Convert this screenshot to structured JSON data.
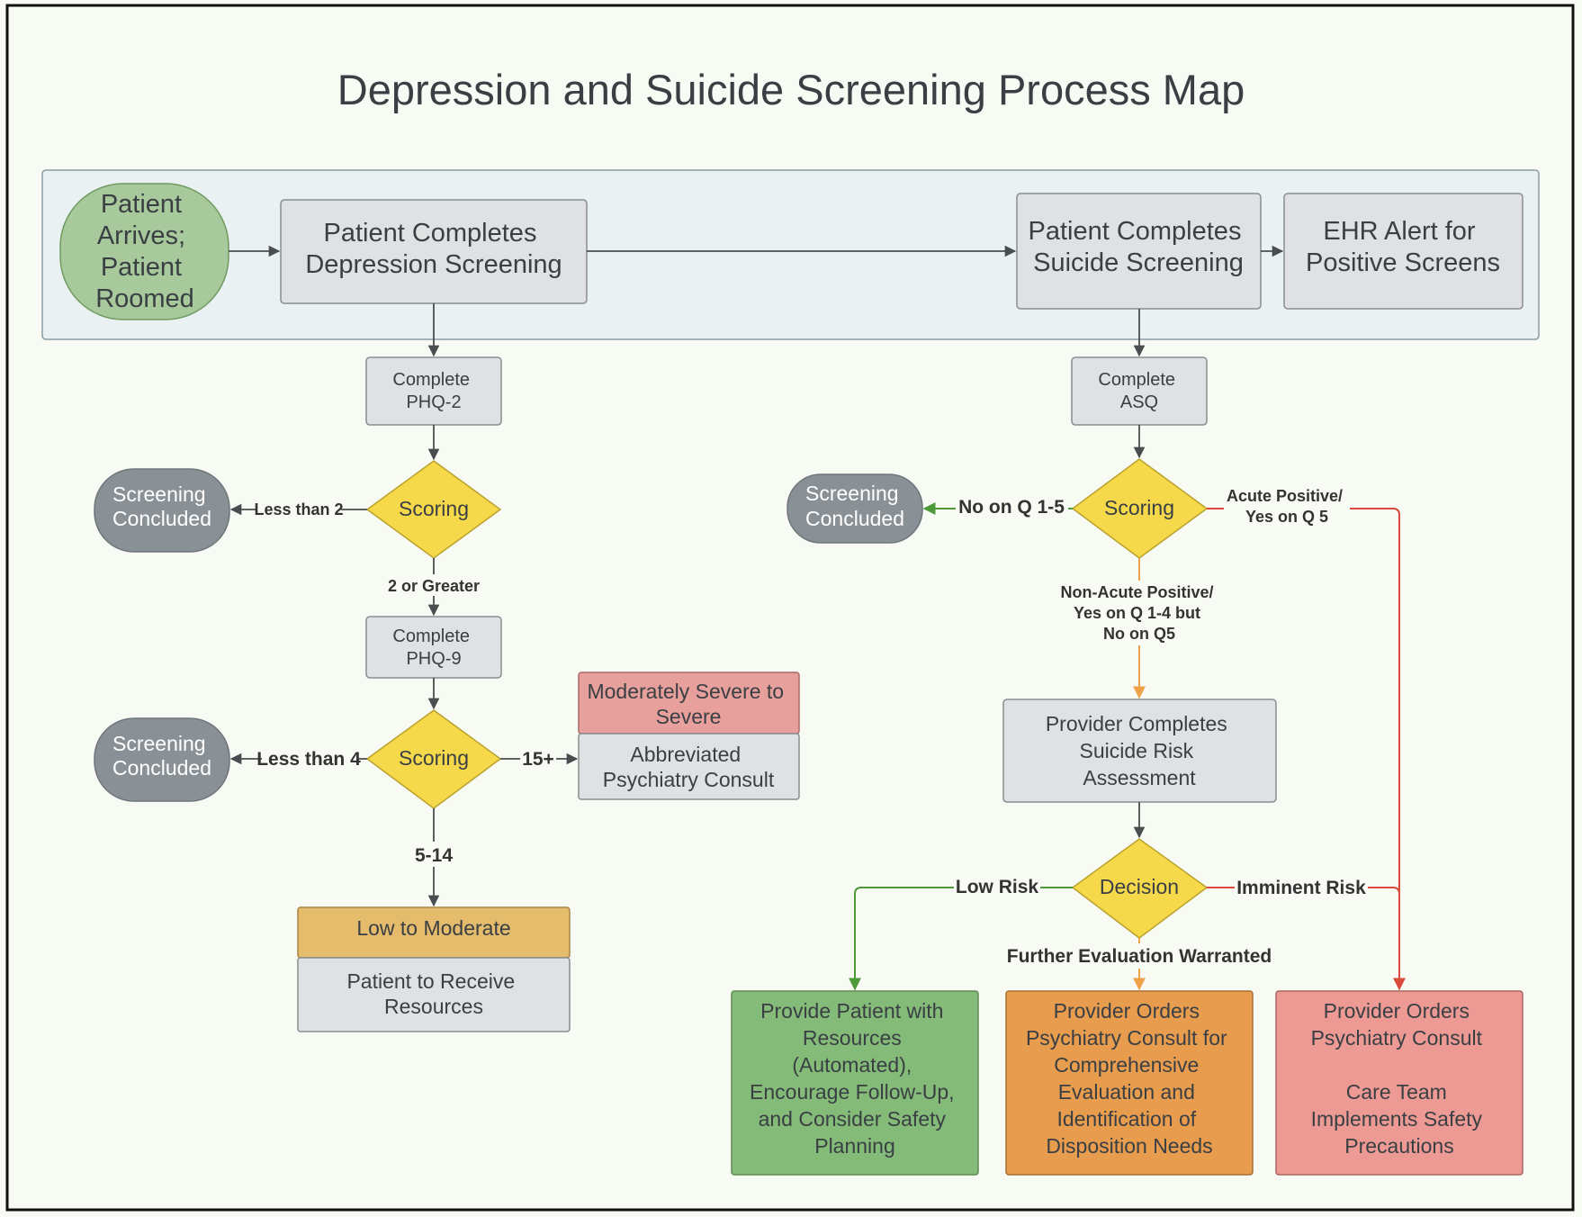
{
  "title": "Depression and Suicide Screening Process Map",
  "colors": {
    "background": "#f8faf4",
    "swimlane": "#eaf1f3",
    "start_node": "#a8c99b",
    "process": "#dfe1e2",
    "concluded": "#8a9196",
    "decision": "#f5d94a",
    "severe": "#e8a09c",
    "moderate": "#e5bb6c",
    "green_outcome": "#84bb78",
    "orange_outcome": "#e89c4e",
    "red_outcome": "#ec9a93"
  },
  "nodes": {
    "start": [
      "Patient",
      "Arrives;",
      "Patient",
      "Roomed"
    ],
    "depression_screening": [
      "Patient Completes",
      "Depression Screening"
    ],
    "suicide_screening": [
      "Patient Completes",
      "Suicide Screening"
    ],
    "ehr_alert": [
      "EHR Alert for",
      "Positive Screens"
    ],
    "phq2": [
      "Complete",
      "PHQ-2"
    ],
    "phq9": [
      "Complete",
      "PHQ-9"
    ],
    "asq": [
      "Complete",
      "ASQ"
    ],
    "scoring": "Scoring",
    "decision": "Decision",
    "concluded": [
      "Screening",
      "Concluded"
    ],
    "mod_severe": [
      "Moderately Severe to",
      "Severe"
    ],
    "abbrev_consult": [
      "Abbreviated",
      "Psychiatry Consult"
    ],
    "low_moderate": "Low to Moderate",
    "receive_resources": [
      "Patient to Receive",
      "Resources"
    ],
    "risk_assessment": [
      "Provider Completes",
      "Suicide Risk",
      "Assessment"
    ],
    "outcome_green": [
      "Provide Patient with",
      "Resources",
      "(Automated),",
      "Encourage Follow-Up,",
      "and Consider Safety",
      "Planning"
    ],
    "outcome_orange": [
      "Provider Orders",
      "Psychiatry Consult for",
      "Comprehensive",
      "Evaluation and",
      "Identification of",
      "Disposition Needs"
    ],
    "outcome_red_1": [
      "Provider Orders",
      "Psychiatry Consult"
    ],
    "outcome_red_2": [
      "Care Team",
      "Implements Safety",
      "Precautions"
    ]
  },
  "edge_labels": {
    "less_than_2": "Less than 2",
    "two_or_greater": "2 or Greater",
    "less_than_4": "Less than 4",
    "fifteen_plus": "15+",
    "five_to_14": "5-14",
    "no_q1_5": "No on Q 1-5",
    "acute_positive": [
      "Acute Positive/",
      "Yes on Q 5"
    ],
    "non_acute": [
      "Non-Acute Positive/",
      "Yes on Q 1-4 but",
      "No on Q5"
    ],
    "low_risk": "Low Risk",
    "imminent_risk": "Imminent Risk",
    "further_eval": "Further Evaluation Warranted"
  }
}
